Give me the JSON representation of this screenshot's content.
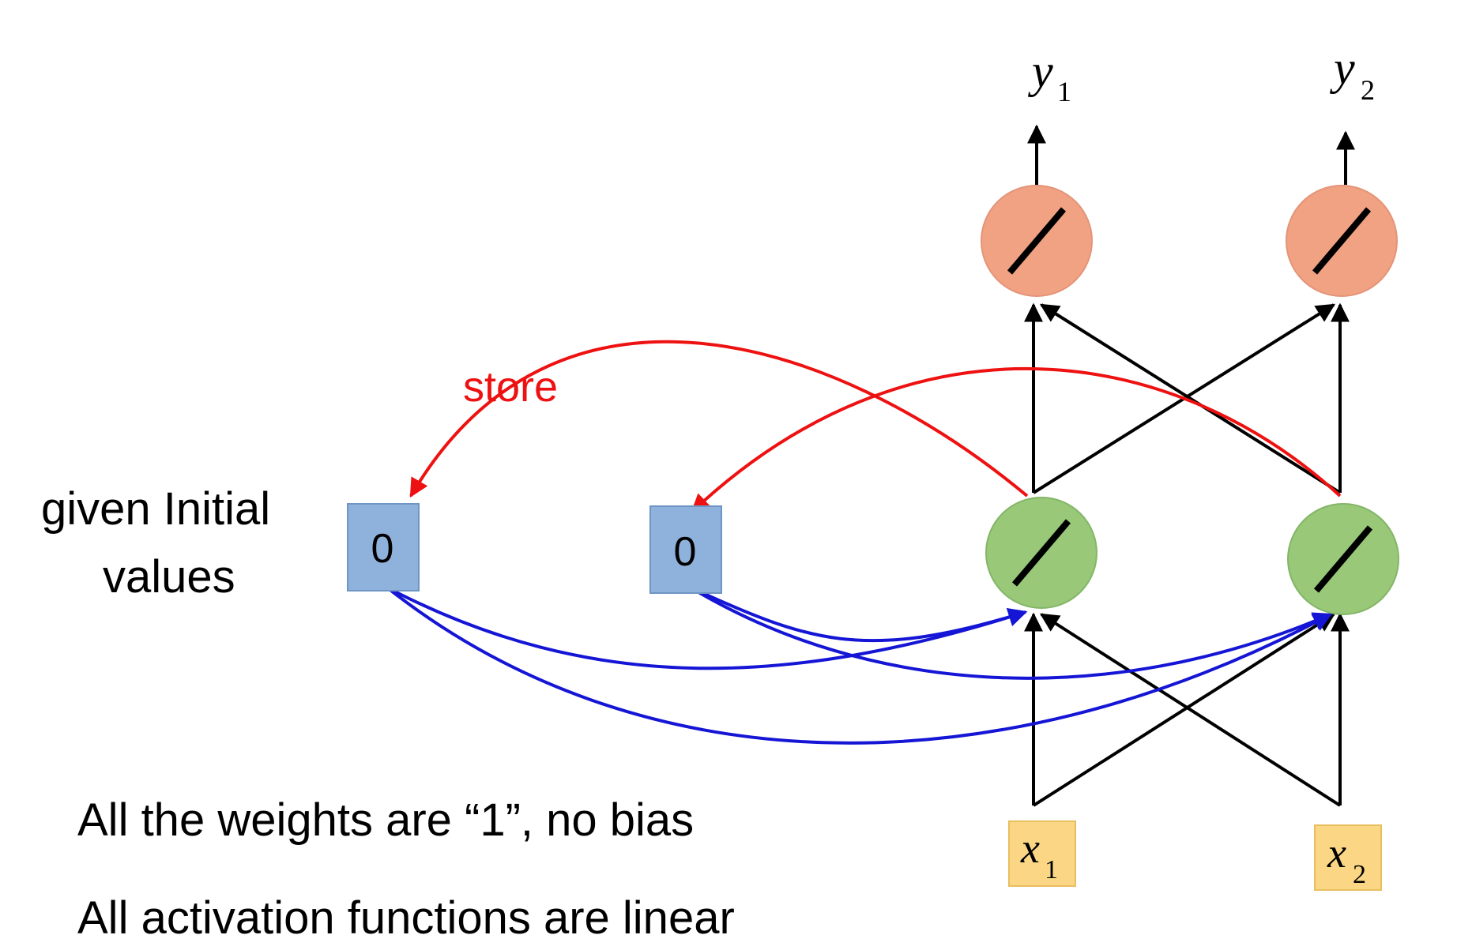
{
  "labels": {
    "store": "store",
    "given_line1": "given Initial",
    "given_line2": "values",
    "memory_left": "0",
    "memory_right": "0",
    "note_weights": "All the weights are “1”, no bias",
    "note_activation": "All activation functions are linear"
  },
  "outputs": [
    {
      "var": "y",
      "sub": "1"
    },
    {
      "var": "y",
      "sub": "2"
    }
  ],
  "inputs": [
    {
      "var": "x",
      "sub": "1"
    },
    {
      "var": "x",
      "sub": "2"
    }
  ],
  "colors": {
    "output_neuron": "#f1a283",
    "hidden_neuron": "#98c878",
    "memory_cell": "#8fb2dc",
    "input_box": "#fbd785",
    "store_arrow": "#ee1111",
    "memory_arrow": "#1515d6",
    "black_arrow": "#000000"
  }
}
